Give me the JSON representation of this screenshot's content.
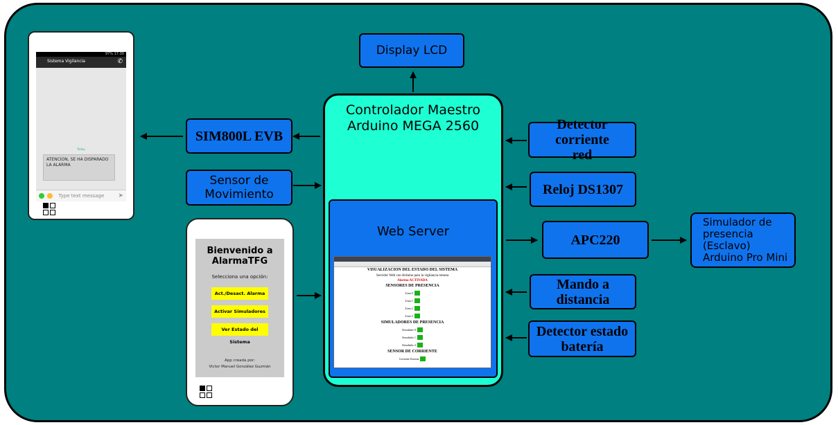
{
  "master": {
    "title": "Controlador Maestro\nArduino MEGA 2560",
    "web_server": "Web Server"
  },
  "boxes": {
    "display_lcd": "Display LCD",
    "sim800l": "SIM800L EVB",
    "sensor_movimiento": "Sensor de\nMovimiento",
    "detector_corriente": "Detector corriente\nred",
    "reloj": "Reloj DS1307",
    "apc220": "APC220",
    "mando": "Mando a distancia",
    "detector_bateria": "Detector estado\nbatería",
    "simulador": "Simulador de\npresencia\n(Esclavo)\nArduino Pro Mini"
  },
  "sms_phone": {
    "status": "97% 17:30",
    "contact": "Sistema Vigilancia",
    "date": "Today",
    "message": "ATENCION, SE HA DISPARADO LA ALARMA",
    "input_placeholder": "Type text message"
  },
  "app_phone": {
    "title": "Bienvenido a\nAlarmaTFG",
    "subtitle": "Selecciona una opción:",
    "buttons": [
      "Act./Desact. Alarma",
      "Activar Simuladores",
      "Ver Estado del Sistema"
    ],
    "credit": "App creada por:\nVictor Manuel González Guzmán"
  },
  "web_page": {
    "heading": "VISUALIZACION DEL ESTADO DEL SISTEMA",
    "subheading": "Servidor Web con Arduino para la vigilancia remota",
    "alarm_status": "Alarma ACTIVADA",
    "sensors_title": "SENSORES DE PRESENCIA",
    "sensors": [
      "Zona 0",
      "Zona 1",
      "Zona 2",
      "Zona 3"
    ],
    "simulators_title": "SIMULADORES DE PRESENCIA",
    "simulators": [
      "Simulador 0",
      "Simulador 1",
      "Simulador 2"
    ],
    "current_title": "SENSOR DE CORRIENTE",
    "current": [
      "Corriente Externa"
    ]
  },
  "colors": {
    "board": "#008080",
    "module": "#0f73ee",
    "master": "#1effd3",
    "app_button": "#ffff00",
    "indicator": "#19b219"
  }
}
